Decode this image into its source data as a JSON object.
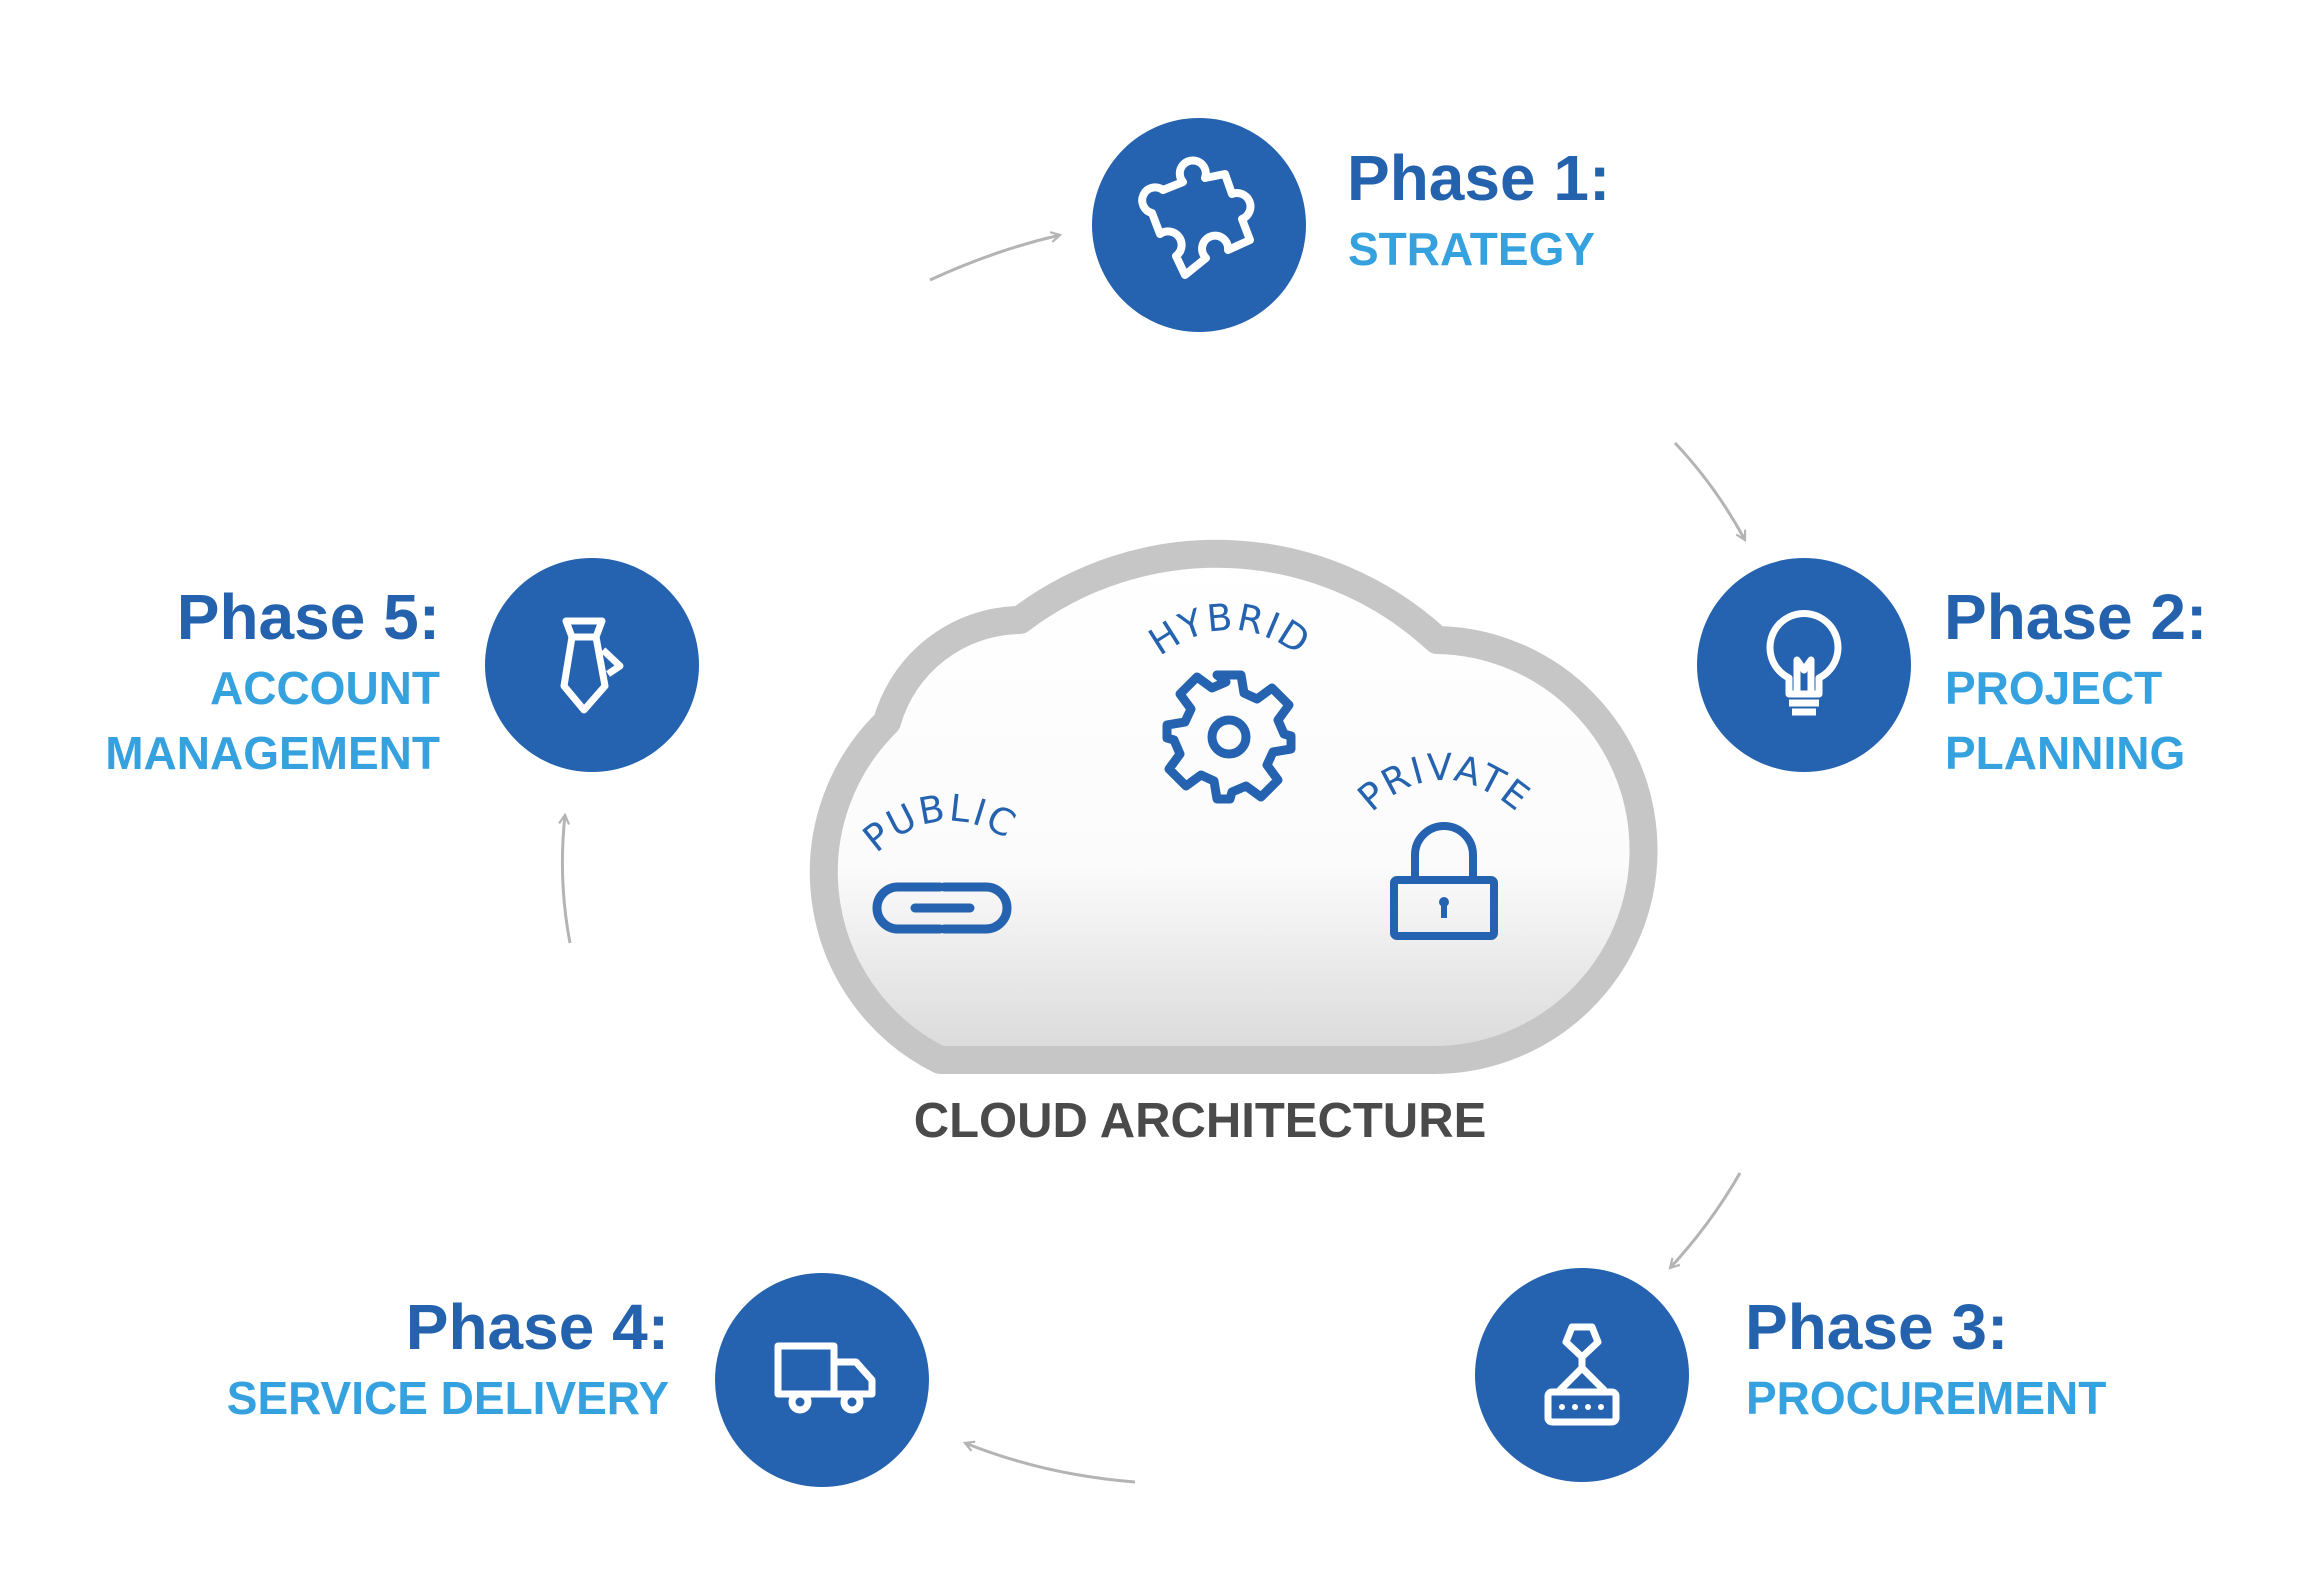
{
  "colors": {
    "circle_fill": "#2563b0",
    "title_blue": "#2462ae",
    "subtitle_blue": "#35a1df",
    "arrow_gray": "#b4b4b4",
    "cloud_outline": "#c6c6c6",
    "caption_gray": "#4a4a4a",
    "icon_white": "#ffffff"
  },
  "phases": [
    {
      "title": "Phase 1:",
      "lines": [
        "STRATEGY"
      ],
      "icon": "puzzle-piece-icon"
    },
    {
      "title": "Phase 2:",
      "lines": [
        "PROJECT",
        "PLANNING"
      ],
      "icon": "lightbulb-icon"
    },
    {
      "title": "Phase 3:",
      "lines": [
        "PROCUREMENT"
      ],
      "icon": "crane-hook-icon"
    },
    {
      "title": "Phase 4:",
      "lines": [
        "SERVICE DELIVERY"
      ],
      "icon": "delivery-truck-icon"
    },
    {
      "title": "Phase 5:",
      "lines": [
        "ACCOUNT",
        "MANAGEMENT"
      ],
      "icon": "necktie-icon"
    }
  ],
  "cloud": {
    "caption": "CLOUD ARCHITECTURE",
    "labels": {
      "public": "PUBLIC",
      "hybrid": "HYBRID",
      "private": "PRIVATE"
    },
    "icons": {
      "public": "chain-link-icon",
      "hybrid": "gear-icon",
      "private": "padlock-icon"
    }
  }
}
